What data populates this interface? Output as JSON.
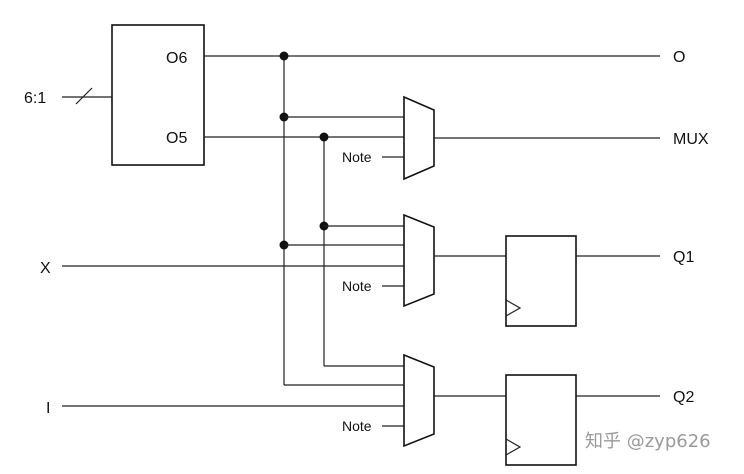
{
  "lut": {
    "input_label": "6:1",
    "output_o6": "O6",
    "output_o5": "O5"
  },
  "inputs": {
    "x": "X",
    "i": "I"
  },
  "muxes": [
    {
      "note": "Note"
    },
    {
      "note": "Note"
    },
    {
      "note": "Note"
    }
  ],
  "outputs": {
    "o": "O",
    "mux": "MUX",
    "q1": "Q1",
    "q2": "Q2"
  },
  "watermark": "知乎 @zyp626",
  "colors": {
    "line": "#222222",
    "watermark": "#9a9a9a"
  }
}
